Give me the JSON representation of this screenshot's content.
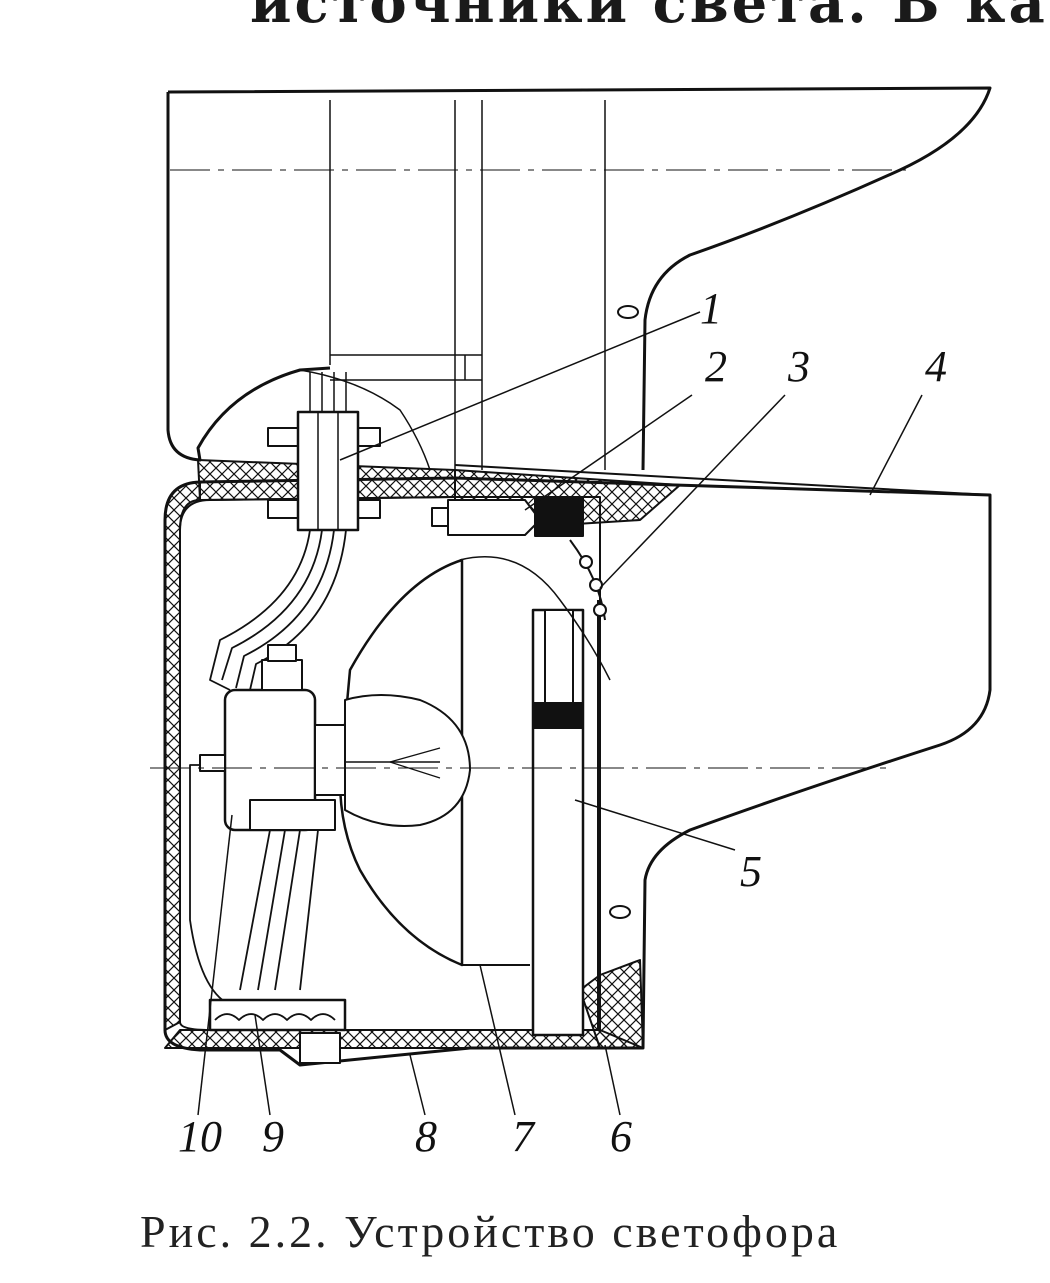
{
  "header_fragment": "источники света. В качестве",
  "callouts": [
    "1",
    "2",
    "3",
    "4",
    "5",
    "6",
    "7",
    "8",
    "9",
    "10"
  ],
  "caption": "Рис. 2.2. Устройство светофора",
  "colors": {
    "ink": "#111111",
    "paper": "#ffffff"
  }
}
